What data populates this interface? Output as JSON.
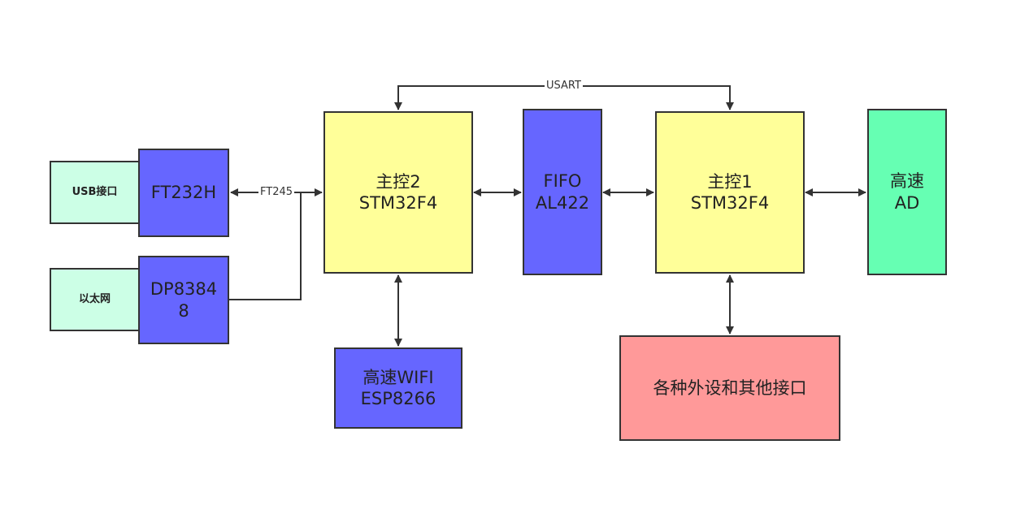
{
  "colors": {
    "yellow": "#ffff99",
    "blue": "#6666ff",
    "mint": "#ccffe6",
    "green": "#66ffb3",
    "salmon": "#ff9999",
    "line": "#333333"
  },
  "nodes": {
    "usb": {
      "label": "USB接口"
    },
    "ethernet": {
      "label": "以太网"
    },
    "ft232h": {
      "label": "FT232H"
    },
    "dp83848": {
      "line1": "DP8384",
      "line2": "8"
    },
    "main2": {
      "line1": "主控2",
      "line2": "STM32F4"
    },
    "fifo": {
      "line1": "FIFO",
      "line2": "AL422"
    },
    "main1": {
      "line1": "主控1",
      "line2": "STM32F4"
    },
    "adc": {
      "line1": "高速",
      "line2": "AD"
    },
    "wifi": {
      "line1": "高速WIFI",
      "line2": "ESP8266"
    },
    "peripherals": {
      "label": "各种外设和其他接口"
    }
  },
  "edge_labels": {
    "usart": "USART",
    "ft245": "FT245"
  }
}
